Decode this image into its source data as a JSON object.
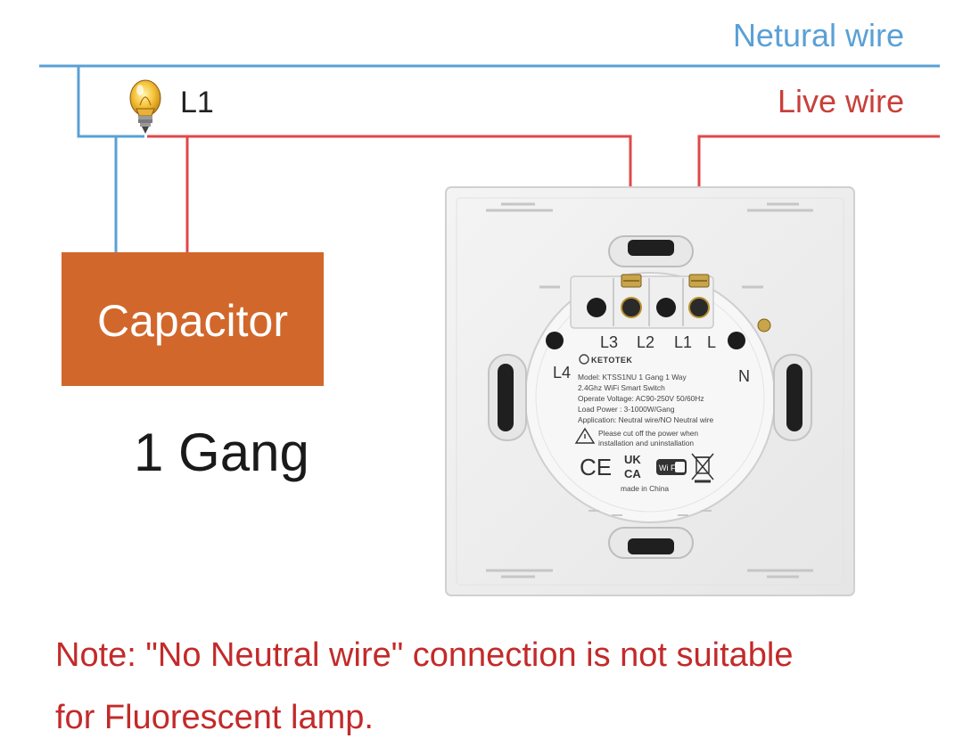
{
  "wiring": {
    "neutral_label": "Netural wire",
    "live_label": "Live wire",
    "lamp_label": "L1",
    "capacitor_label": "Capacitor",
    "gang_label": "1 Gang"
  },
  "colors": {
    "neutral_wire": "#5aa0d6",
    "live_wire": "#e0484a",
    "capacitor": "#d2672b",
    "note": "#c32a2a"
  },
  "switch": {
    "terminals": [
      "L3",
      "L2",
      "L1",
      "L"
    ],
    "extra_terminals": [
      "L4",
      "N"
    ],
    "brand": "KETOTEK",
    "spec_lines": [
      "Model: KTSS1NU  1 Gang 1 Way",
      "2.4Ghz WiFi Smart Switch",
      "Operate Voltage:  AC90-250V 50/60Hz",
      "Load Power :  3-1000W/Gang",
      "Application:  Neutral wire/NO Neutral wire"
    ],
    "warning_lines": [
      "Please cut off the power when",
      "installation and uninstallation"
    ],
    "cert_marks": [
      "CE",
      "UK",
      "CA",
      "Wi Fi"
    ],
    "origin": "made in China"
  },
  "note": {
    "line1": "Note: \"No Neutral wire\" connection is not suitable",
    "line2": "for Fluorescent lamp."
  }
}
